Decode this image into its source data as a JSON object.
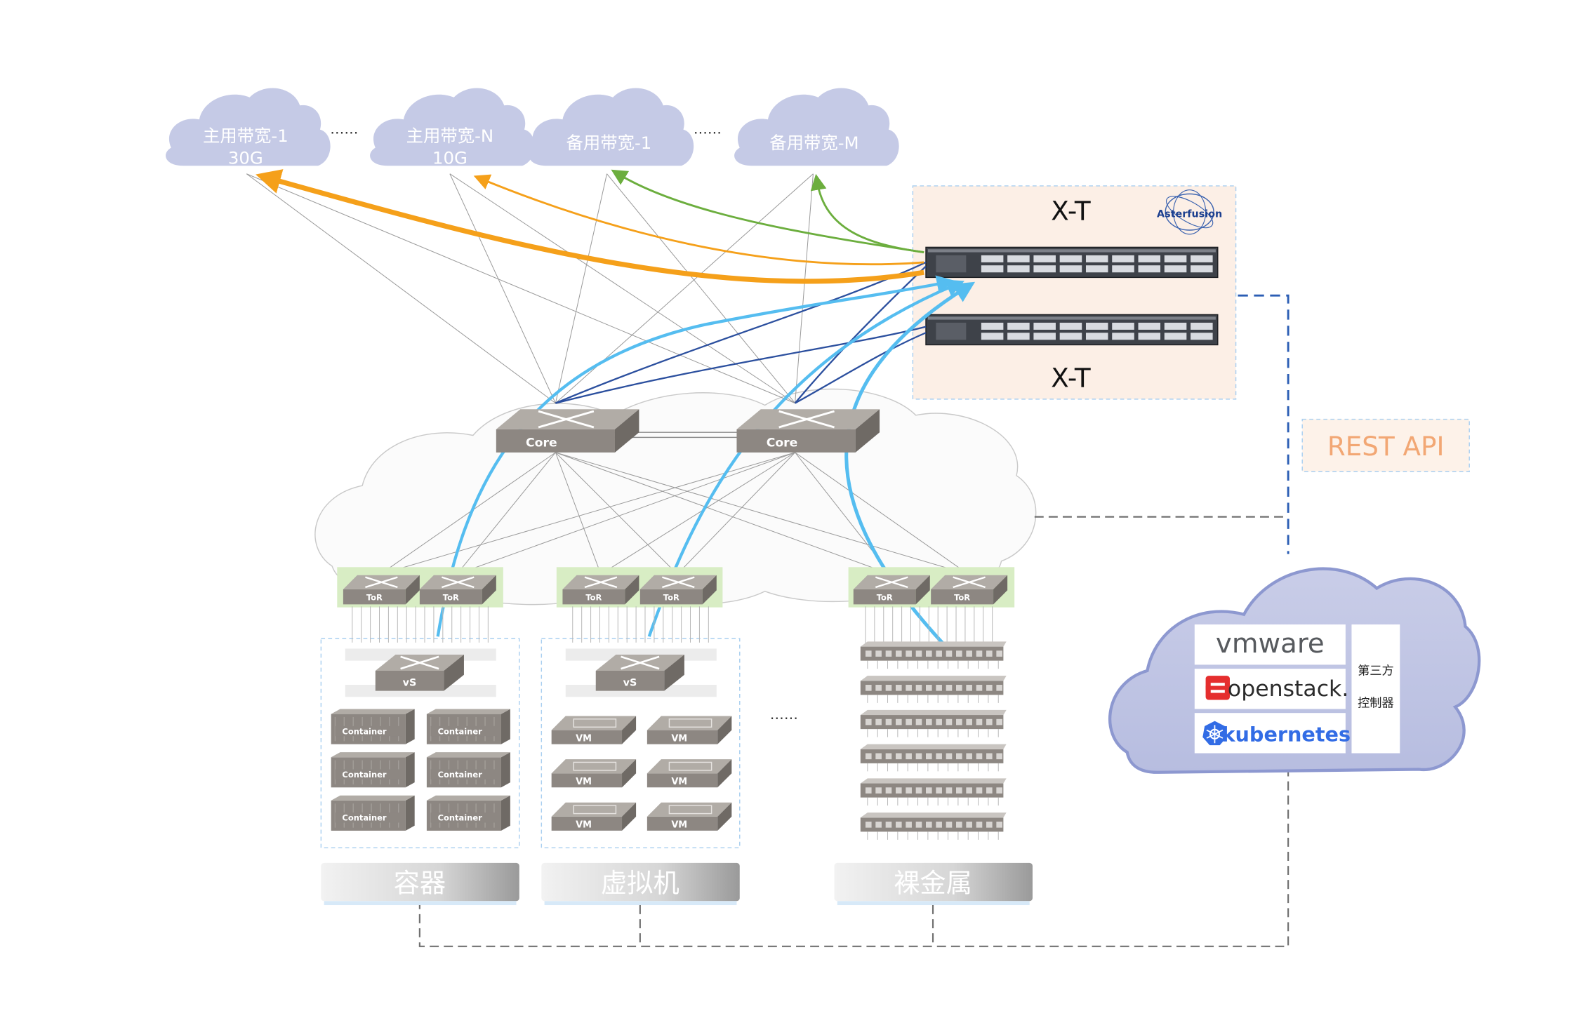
{
  "bandwidth_clouds": [
    {
      "line1": "主用带宽-1",
      "line2": "30G"
    },
    {
      "line1": "主用带宽-N",
      "line2": "10G"
    },
    {
      "line1": "备用带宽-1",
      "line2": ""
    },
    {
      "line1": "备用带宽-M",
      "line2": ""
    }
  ],
  "ellipsis": "……",
  "switches": {
    "top_label": "X-T",
    "bottom_label": "X-T",
    "brand": "Asterfusion"
  },
  "api_label": "REST API",
  "core_label": "Core",
  "tor_label": "ToR",
  "vswitch_label": "vS",
  "container_label": "Container",
  "vm_label": "VM",
  "categories": [
    "容器",
    "虚拟机",
    "裸金属"
  ],
  "controllers": {
    "vmware": "vmware",
    "openstack": "openstack.",
    "kubernetes": "kubernetes",
    "title_line1": "第三方",
    "title_line2": "控制器"
  },
  "colors": {
    "orange": "#f5a01a",
    "green": "#6cae3e",
    "light_blue": "#55bdf0",
    "dark_blue": "#2b4f9e",
    "cloud": "#c5cae6",
    "api_text": "#f2a774"
  }
}
